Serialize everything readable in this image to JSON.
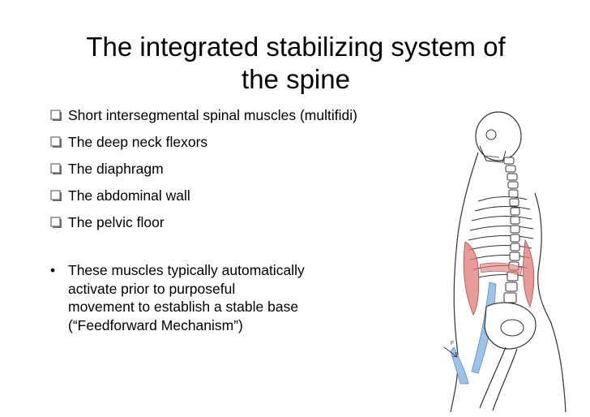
{
  "slide": {
    "title_line1": "The integrated stabilizing system of",
    "title_line2": "the spine",
    "checklist": [
      "Short intersegmental spinal muscles (multifidi)",
      "The deep neck flexors",
      "The diaphragm",
      "The abdominal wall",
      "The pelvic floor"
    ],
    "bullet": {
      "lines": [
        "These muscles typically automatically",
        "activate prior to purposeful",
        "movement to establish a stable base",
        "(“Feedforward Mechanism”)"
      ]
    },
    "figure": {
      "label": "F",
      "icon": "skeleton-torso-illustration",
      "muscle_color": "#e07a7a",
      "fascia_color": "#9ec3e6"
    }
  }
}
